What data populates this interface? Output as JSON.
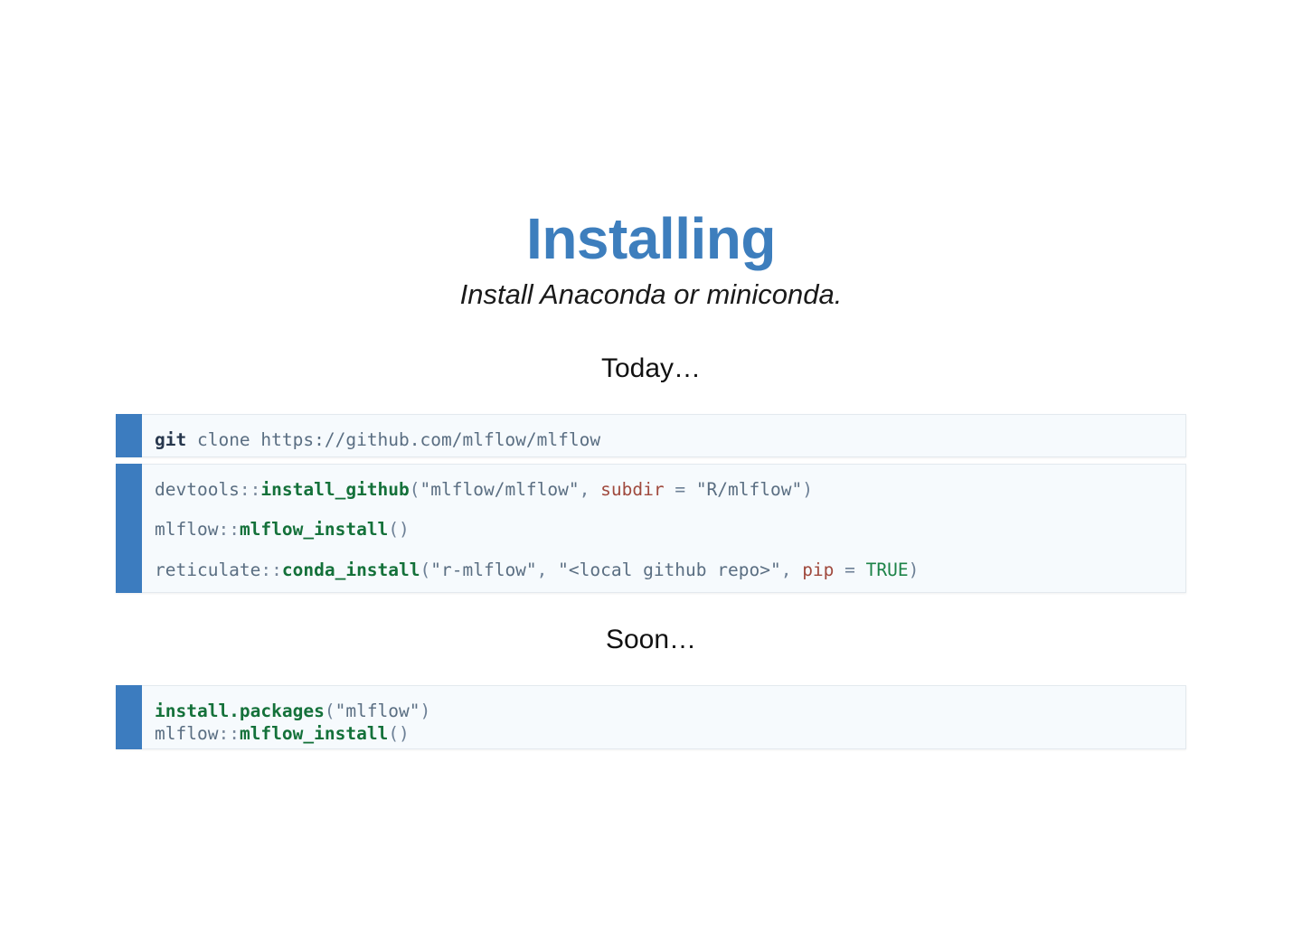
{
  "slide": {
    "title": "Installing",
    "subtitle": "Install Anaconda or miniconda.",
    "title_color": "#3d7ebd",
    "background_color": "#ffffff"
  },
  "sections": {
    "today_label": "Today…",
    "soon_label": "Soon…"
  },
  "code_blocks": [
    {
      "id": "block-git",
      "accent_color": "#3c7cbf",
      "background_color": "#f6fafd",
      "lines": [
        {
          "plain": "git clone https://github.com/mlflow/mlflow",
          "tokens": [
            {
              "text": "git",
              "type": "cmd"
            },
            {
              "text": " clone https://github.com/mlflow/mlflow",
              "type": "plain"
            }
          ]
        }
      ]
    },
    {
      "id": "block-today",
      "accent_color": "#3c7cbf",
      "background_color": "#f6fafd",
      "lines": [
        {
          "plain": "devtools::install_github(\"mlflow/mlflow\", subdir = \"R/mlflow\")",
          "tokens": [
            {
              "text": "devtools",
              "type": "pkg"
            },
            {
              "text": "::",
              "type": "op"
            },
            {
              "text": "install_github",
              "type": "fn"
            },
            {
              "text": "(",
              "type": "punc"
            },
            {
              "text": "\"mlflow/mlflow\"",
              "type": "str"
            },
            {
              "text": ", ",
              "type": "punc"
            },
            {
              "text": "subdir",
              "type": "arg"
            },
            {
              "text": " = ",
              "type": "punc"
            },
            {
              "text": "\"R/mlflow\"",
              "type": "str"
            },
            {
              "text": ")",
              "type": "punc"
            }
          ]
        },
        {
          "plain": "mlflow::mlflow_install()",
          "tokens": [
            {
              "text": "mlflow",
              "type": "pkg"
            },
            {
              "text": "::",
              "type": "op"
            },
            {
              "text": "mlflow_install",
              "type": "fn"
            },
            {
              "text": "()",
              "type": "punc"
            }
          ]
        },
        {
          "plain": "reticulate::conda_install(\"r-mlflow\", \"<local github repo>\", pip = TRUE)",
          "tokens": [
            {
              "text": "reticulate",
              "type": "pkg"
            },
            {
              "text": "::",
              "type": "op"
            },
            {
              "text": "conda_install",
              "type": "fn"
            },
            {
              "text": "(",
              "type": "punc"
            },
            {
              "text": "\"r-mlflow\"",
              "type": "str"
            },
            {
              "text": ", ",
              "type": "punc"
            },
            {
              "text": "\"<local github repo>\"",
              "type": "str"
            },
            {
              "text": ", ",
              "type": "punc"
            },
            {
              "text": "pip",
              "type": "arg"
            },
            {
              "text": " = ",
              "type": "punc"
            },
            {
              "text": "TRUE",
              "type": "const"
            },
            {
              "text": ")",
              "type": "punc"
            }
          ]
        }
      ]
    },
    {
      "id": "block-soon",
      "accent_color": "#3c7cbf",
      "background_color": "#f6fafd",
      "tight": true,
      "lines": [
        {
          "plain": "install.packages(\"mlflow\")",
          "tokens": [
            {
              "text": "install.packages",
              "type": "fn"
            },
            {
              "text": "(",
              "type": "punc"
            },
            {
              "text": "\"mlflow\"",
              "type": "str"
            },
            {
              "text": ")",
              "type": "punc"
            }
          ]
        },
        {
          "plain": "mlflow::mlflow_install()",
          "tokens": [
            {
              "text": "mlflow",
              "type": "pkg"
            },
            {
              "text": "::",
              "type": "op"
            },
            {
              "text": "mlflow_install",
              "type": "fn"
            },
            {
              "text": "()",
              "type": "punc"
            }
          ]
        }
      ]
    }
  ]
}
